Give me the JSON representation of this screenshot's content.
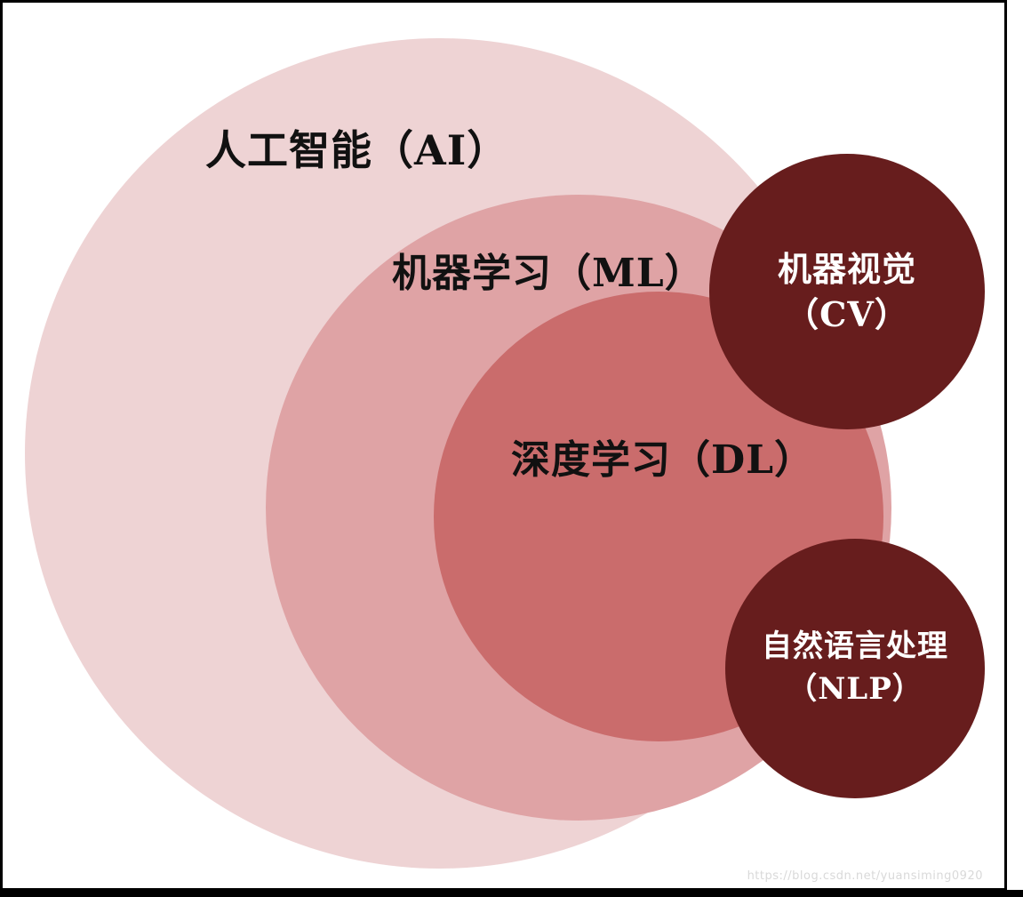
{
  "diagram": {
    "title": "AI concept nesting diagram",
    "circles": {
      "ai": {
        "label": "人工智能（AI）"
      },
      "ml": {
        "label": "机器学习（ML）"
      },
      "dl": {
        "label": "深度学习（DL）"
      },
      "cv": {
        "label_line1": "机器视觉",
        "label_line2": "（CV）"
      },
      "nlp": {
        "label_line1": "自然语言处理",
        "label_line2": "（NLP）"
      }
    }
  },
  "colors": {
    "ai-circle": "#eed3d4",
    "ml-circle": "#dfa3a5",
    "dl-circle": "#ca6c6c",
    "cv-circle": "#671d1d",
    "nlp-circle": "#671d1d",
    "label-dark": "#111111",
    "label-light": "#ffffff"
  },
  "watermark": {
    "text": "https://blog.csdn.net/yuansiming0920"
  }
}
